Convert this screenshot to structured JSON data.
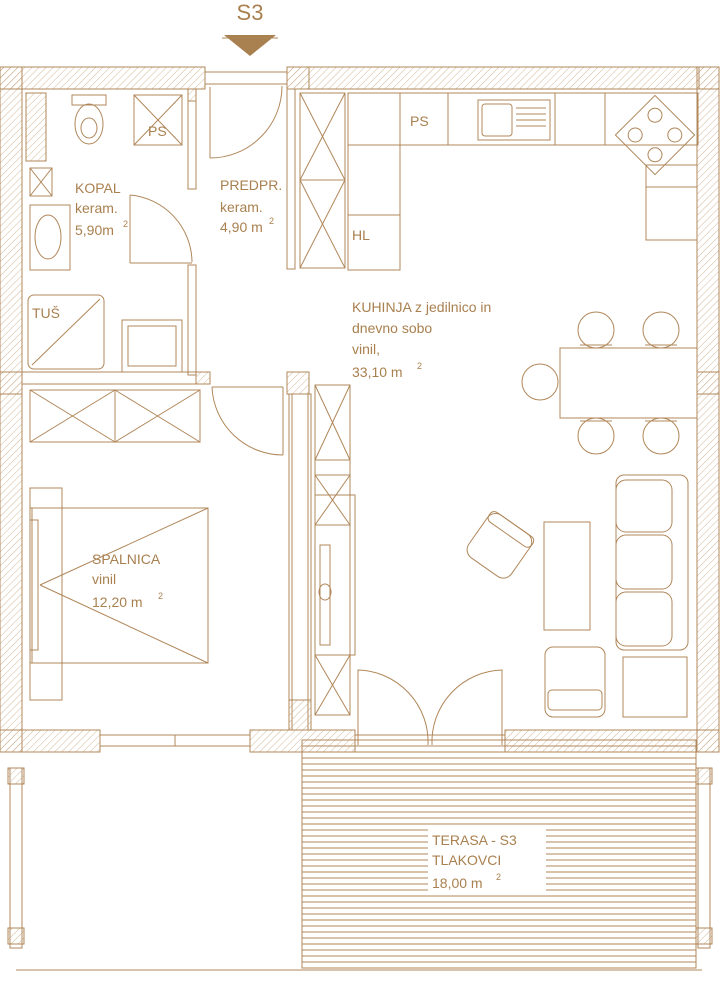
{
  "section_marker": "S3",
  "rooms": {
    "kopalnica": {
      "name": "KOPAL",
      "material": "keram.",
      "area": "5,90m",
      "sup": "2"
    },
    "predprostor": {
      "name": "PREDPR.",
      "material": "keram.",
      "area": "4,90 m",
      "sup": "2"
    },
    "kuhinja": {
      "name": "KUHINJA z jedilnico in",
      "name2": "dnevno sobo",
      "material": "vinil,",
      "area": "33,10 m",
      "sup": "2"
    },
    "spalnica": {
      "name": "SPALNICA",
      "material": "vinil",
      "area": "12,20 m",
      "sup": "2"
    },
    "terasa": {
      "name": "TERASA - S3",
      "material": "TLAKOVCI",
      "area": "18,00 m",
      "sup": "2"
    }
  },
  "fixtures": {
    "ps_bath": "PS",
    "ps_kitchen": "PS",
    "hl": "HL",
    "shower": "TUŠ"
  },
  "colors": {
    "line": "#b0875a",
    "text": "#a9804f",
    "background": "#ffffff"
  }
}
